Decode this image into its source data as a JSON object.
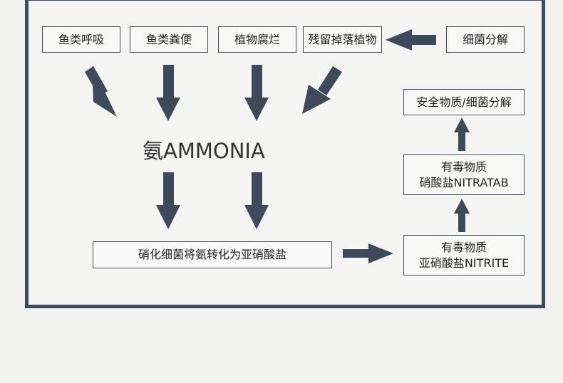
{
  "sources": {
    "fish_breathing": "鱼类呼吸",
    "fish_waste": "鱼类粪便",
    "plant_decay": "植物腐烂",
    "plant_debris": "残留掉落植物",
    "bacteria_decomposition": "细菌分解"
  },
  "ammonia_label": "氨AMMONIA",
  "nitrification_label": "硝化细菌将氨转化为亚硝酸盐",
  "nitrite": {
    "line1": "有毒物质",
    "line2": "亚硝酸盐NITRITE"
  },
  "nitrate": {
    "line1": "有毒物质",
    "line2": "硝酸盐NITRATAB"
  },
  "safe_label": "安全物质/细菌分解",
  "colors": {
    "frame": "#3c4a59",
    "arrow": "#3c4a59"
  }
}
